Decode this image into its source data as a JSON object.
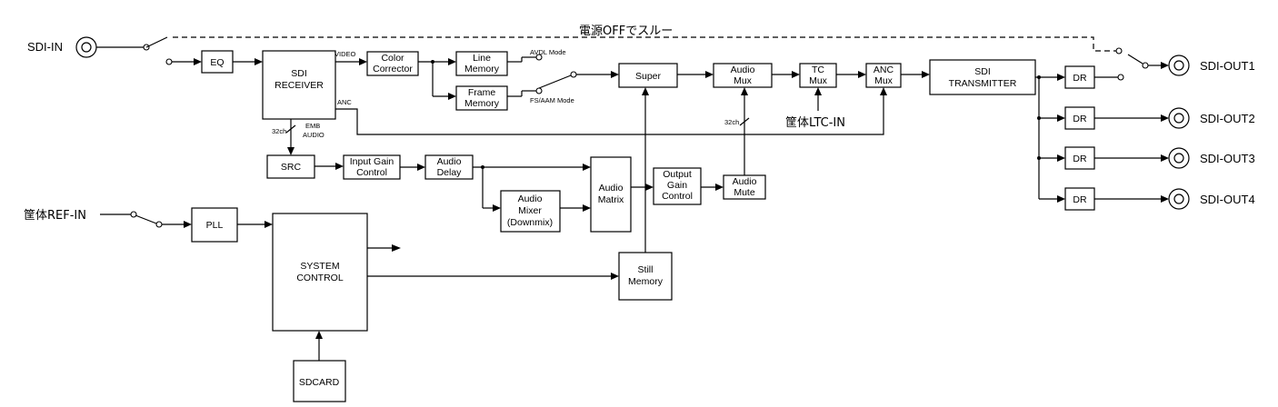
{
  "labels": {
    "sdi_in": "SDI-IN",
    "power_off_through": "電源OFFでスルー",
    "eq": "EQ",
    "sdi_receiver_1": "SDI",
    "sdi_receiver_2": "RECEIVER",
    "video": "VIDEO",
    "anc": "ANC",
    "ch32_a": "32ch",
    "emb_audio_1": "EMB",
    "emb_audio_2": "AUDIO",
    "color_corrector_1": "Color",
    "color_corrector_2": "Corrector",
    "line_memory_1": "Line",
    "line_memory_2": "Memory",
    "frame_memory_1": "Frame",
    "frame_memory_2": "Memory",
    "avdl_mode": "AVDL Mode",
    "fs_aam_mode": "FS/AAM Mode",
    "super": "Super",
    "audio_mux_1": "Audio",
    "audio_mux_2": "Mux",
    "tc_mux_1": "TC",
    "tc_mux_2": "Mux",
    "anc_mux_1": "ANC",
    "anc_mux_2": "Mux",
    "sdi_transmitter_1": "SDI",
    "sdi_transmitter_2": "TRANSMITTER",
    "ltc_in": "筐体LTC-IN",
    "ch32_b": "32ch",
    "src": "SRC",
    "input_gain_1": "Input Gain",
    "input_gain_2": "Control",
    "audio_delay_1": "Audio",
    "audio_delay_2": "Delay",
    "audio_mixer_1": "Audio",
    "audio_mixer_2": "Mixer",
    "audio_mixer_3": "(Downmix)",
    "audio_matrix_1": "Audio",
    "audio_matrix_2": "Matrix",
    "output_gain_1": "Output",
    "output_gain_2": "Gain",
    "output_gain_3": "Control",
    "audio_mute_1": "Audio",
    "audio_mute_2": "Mute",
    "ref_in": "筐体REF-IN",
    "pll": "PLL",
    "system_control_1": "SYSTEM",
    "system_control_2": "CONTROL",
    "still_memory_1": "Still",
    "still_memory_2": "Memory",
    "sdcard": "SDCARD",
    "dr": "DR",
    "sdi_out1": "SDI-OUT1",
    "sdi_out2": "SDI-OUT2",
    "sdi_out3": "SDI-OUT3",
    "sdi_out4": "SDI-OUT4"
  }
}
